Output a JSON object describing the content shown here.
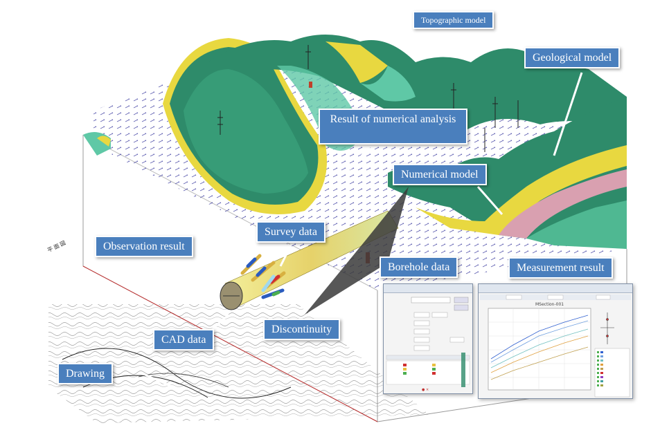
{
  "callouts": {
    "topographic_model": "Topographic model",
    "geological_model": "Geological model",
    "result_numerical_analysis": "Result of numerical analysis",
    "numerical_model": "Numerical model",
    "survey_data": "Survey data",
    "observation_result": "Observation result",
    "borehole_data": "Borehole data",
    "measurement_result": "Measurement result",
    "cad_data": "CAD data",
    "discontinuity": "Discontinuity",
    "drawing": "Drawing"
  },
  "measurement_window": {
    "chart_title": "MSection-001"
  },
  "colors": {
    "callout_fill": "#4a7fbd",
    "terrain_green": "#2e8b6a",
    "terrain_light": "#5fc8a6",
    "layer_yellow": "#e8d840",
    "layer_pink": "#d9a0b0",
    "vector_blue": "#3a3aa0",
    "box_edge_red": "#c03030"
  }
}
